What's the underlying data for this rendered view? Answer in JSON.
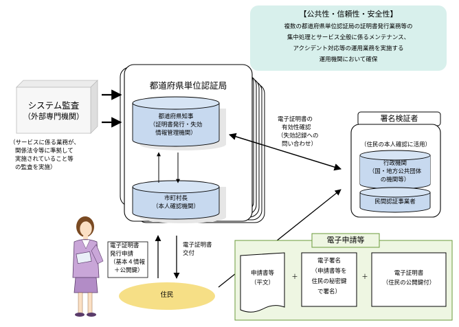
{
  "top_note": {
    "title": "【公共性・信頼性・安全性】",
    "lines": [
      "複数の都道府県単位認証局の証明書発行業務等の",
      "集中処理とサービス全般に係るメンテナンス、",
      "アクシデント対応等の運用業務を実施する",
      "運用機関において確保"
    ]
  },
  "audit": {
    "title": "システム監査",
    "subtitle": "（外部専門機関）",
    "note_lines": [
      "（サービスに係る業務が、",
      "関係法令等に準拠して",
      "実施されていること等",
      "の監査を実施）"
    ]
  },
  "ca": {
    "title": "都道府県単位認証局",
    "governor_lines": [
      "都道府県知事",
      "（証明書発行・失効",
      "情報管理機関）"
    ],
    "municipal_lines": [
      "市町村長",
      "（本人確認機関）"
    ]
  },
  "validator": {
    "title": "署名検証者",
    "note": "（住民の本人確認に活用）",
    "gov_lines": [
      "行政機関",
      "（国・地方公共団体",
      "の機関等）"
    ],
    "private": "民間認証事業者"
  },
  "validity_check": {
    "lines": [
      "電子証明書の",
      "有効性確認",
      "（失効記録への",
      "問い合わせ）"
    ]
  },
  "issuance": {
    "lines": [
      "電子証明書",
      "交付"
    ]
  },
  "application": {
    "lines": [
      "電子証明書",
      "発行申請",
      "（基本４情報",
      "＋公開鍵）"
    ]
  },
  "resident": {
    "label": "住民"
  },
  "e_application": {
    "title": "電子申請等",
    "doc1_lines": [
      "申請書等",
      "（平文）"
    ],
    "doc2_lines": [
      "電子署名",
      "（申請書等を",
      "住民の秘密鍵",
      "で署名）"
    ],
    "doc3_lines": [
      "電子証明書",
      "（住民の公開鍵付）"
    ],
    "plus": "＋"
  },
  "colors": {
    "mint": "#d8f0ec",
    "cylinder_blue": "#c7d9ef",
    "cylinder_shadow": "#e6e6e6",
    "green_panel": "#eef6e2",
    "green_border": "#6a9a3a",
    "resident_ellipse": "#f6df86",
    "woman_suit": "#c9a6d8"
  }
}
